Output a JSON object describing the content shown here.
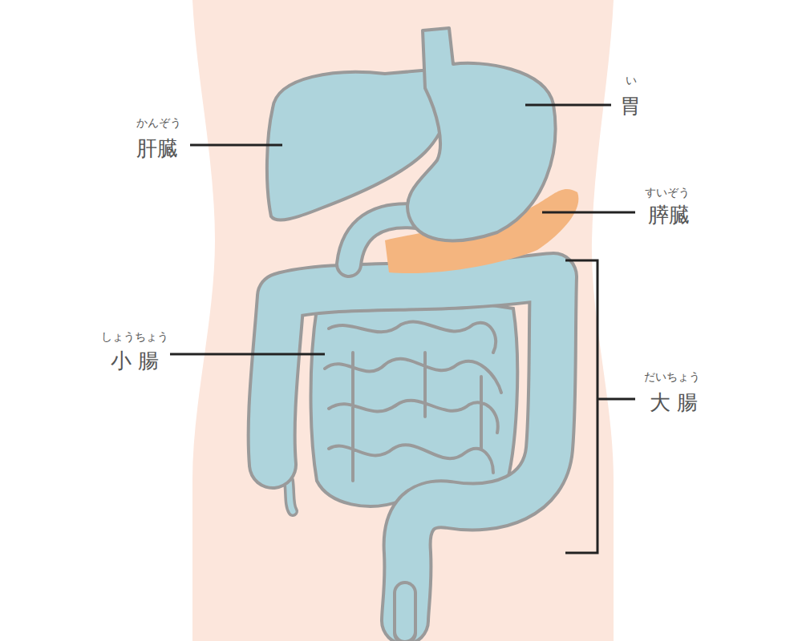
{
  "diagram": {
    "labels": [
      "かんぞう",
      "肝臓",
      "い",
      "胃",
      "すいぞう",
      "膵臓",
      "しょうちょう",
      "小 腸",
      "だいちょう",
      "大 腸"
    ]
  }
}
